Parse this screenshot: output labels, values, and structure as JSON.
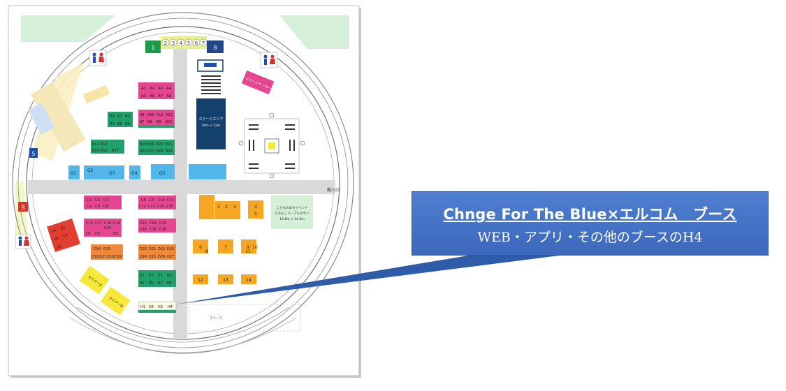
{
  "callout": {
    "title": "Chnge For The Blue×エルコム　ブース",
    "subtitle": "WEB・アプリ・その他のブースのH4"
  },
  "floor_plan": {
    "colors": {
      "pink": "#e5468f",
      "green": "#22a06b",
      "navy": "#13406d",
      "sky": "#52b7e8",
      "orange": "#f08a3a",
      "red": "#e23d2f",
      "yellow": "#f6e83b",
      "light_green": "#d6efd9",
      "paper": "#ffffff",
      "road": "#d9d9d9"
    },
    "entrance_numbers": [
      "1",
      "2",
      "3",
      "4",
      "5",
      "6",
      "7",
      "8"
    ],
    "side_badges": [
      "5",
      "8"
    ],
    "blocks": [
      {
        "id": "A",
        "labels": [
          "A1",
          "A2",
          "A3",
          "A4",
          "A5",
          "A6",
          "A7",
          "A8"
        ],
        "color": "pink"
      },
      {
        "id": "A9",
        "labels": [
          "A9",
          "A10",
          "A11",
          "A12",
          "B7",
          "B8",
          "B9",
          "B10"
        ],
        "color": "pink"
      },
      {
        "id": "B",
        "labels": [
          "B1",
          "B2",
          "B3",
          "B4",
          "B5",
          "B6"
        ],
        "color": "green"
      },
      {
        "id": "B12",
        "labels": [
          "B12",
          "B13",
          "B15",
          "B16",
          "B17"
        ],
        "color": "green"
      },
      {
        "id": "B18",
        "labels": [
          "B18",
          "B19",
          "B20",
          "B21",
          "B22",
          "B23",
          "B24",
          "B25"
        ],
        "color": "green"
      },
      {
        "id": "C",
        "labels": [
          "C1",
          "C2",
          "C3",
          "C4",
          "C5",
          "C6"
        ],
        "color": "pink"
      },
      {
        "id": "C8",
        "labels": [
          "C8",
          "C9",
          "C10",
          "C11",
          "C12",
          "C13",
          "C14",
          "C15"
        ],
        "color": "pink"
      },
      {
        "id": "C16",
        "labels": [
          "C16",
          "C17",
          "C18",
          "C19",
          "C20",
          "D1",
          "D2",
          "D3"
        ],
        "color": "pink"
      },
      {
        "id": "C21",
        "labels": [
          "C21",
          "C22",
          "C23",
          "C24",
          "C25",
          "C26"
        ],
        "color": "pink"
      },
      {
        "id": "D",
        "labels": [
          "D4",
          "D5",
          "D6",
          "D7",
          "D8"
        ],
        "color": "red"
      },
      {
        "id": "D14",
        "labels": [
          "D14",
          "D15",
          "D16",
          "D17",
          "D18",
          "D19"
        ],
        "color": "orange"
      },
      {
        "id": "D20",
        "labels": [
          "D20",
          "D21",
          "D22",
          "D23",
          "D24",
          "D25",
          "D26",
          "D27"
        ],
        "color": "orange"
      },
      {
        "id": "E",
        "labels": [
          "E1",
          "E2",
          "E3",
          "E4",
          "E5",
          "E6",
          "E7",
          "E8"
        ],
        "color": "green"
      },
      {
        "id": "G",
        "labels": [
          "G1",
          "G2",
          "G3",
          "G4",
          "G5"
        ],
        "color": "sky"
      },
      {
        "id": "H",
        "labels": [
          "H1",
          "H2",
          "H3",
          "H4"
        ],
        "color": "light_green"
      }
    ],
    "numbered_booths": [
      "1",
      "2",
      "3",
      "4",
      "5",
      "6",
      "7",
      "8",
      "9",
      "10",
      "11",
      "12",
      "13",
      "14"
    ],
    "labels": {
      "stage_area": "ステージエリア",
      "stage_size": "29m × 12m",
      "kids_event": "こどものまちイベント",
      "kids_event_2": "どさんこマーブルタウン",
      "kids_event_size": "14.8m × 14.8m",
      "seminar_a": "セミナーA",
      "seminar_b": "セミナーB",
      "drone_soccer": "ドローンサッカー",
      "entrance": "搬入口",
      "space": "スペース"
    }
  }
}
